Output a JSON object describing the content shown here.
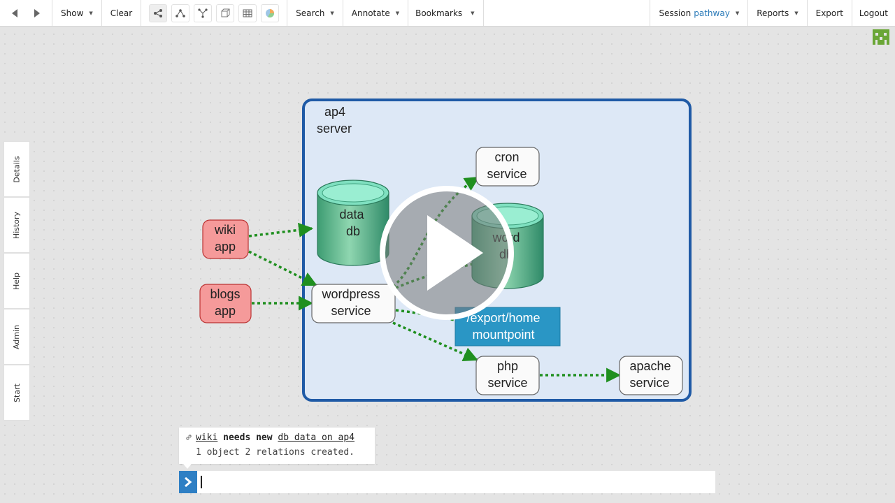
{
  "toolbar": {
    "show_label": "Show",
    "clear_label": "Clear",
    "search_label": "Search",
    "annotate_label": "Annotate",
    "bookmarks_label": "Bookmarks",
    "session_label": "Session",
    "session_name": "pathway",
    "reports_label": "Reports",
    "export_label": "Export",
    "logout_label": "Logout",
    "icons": [
      "back-icon",
      "forward-icon",
      "share-icon",
      "network-icon",
      "branch-icon",
      "cube-icon",
      "table-icon",
      "pie-icon"
    ]
  },
  "sidebar": {
    "tabs": [
      "Details",
      "History",
      "Help",
      "Admin",
      "Start"
    ]
  },
  "diagram": {
    "server": {
      "line1": "ap4",
      "line2": "server"
    },
    "nodes": {
      "wiki": {
        "line1": "wiki",
        "line2": "app"
      },
      "blogs": {
        "line1": "blogs",
        "line2": "app"
      },
      "data_db": {
        "line1": "data",
        "line2": "db"
      },
      "word_db": {
        "line1": "word",
        "line2": "db"
      },
      "cron": {
        "line1": "cron",
        "line2": "service"
      },
      "wordpress": {
        "line1": "wordpress",
        "line2": "service"
      },
      "export": {
        "line1": "/export/home",
        "line2": "mountpoint"
      },
      "php": {
        "line1": "php",
        "line2": "service"
      },
      "apache": {
        "line1": "apache",
        "line2": "service"
      }
    },
    "colors": {
      "server_border": "#1f5aa6",
      "server_fill": "#dde8f6",
      "app_fill": "#f59a9a",
      "db_fill": "#4fae86",
      "edge": "#1f8f1f",
      "mount_fill": "#2a96c5"
    }
  },
  "message": {
    "w1": "wiki",
    "w2": "needs new",
    "w3": "db data on ap4",
    "result": "1 object 2 relations created."
  },
  "command": {
    "value": ""
  }
}
